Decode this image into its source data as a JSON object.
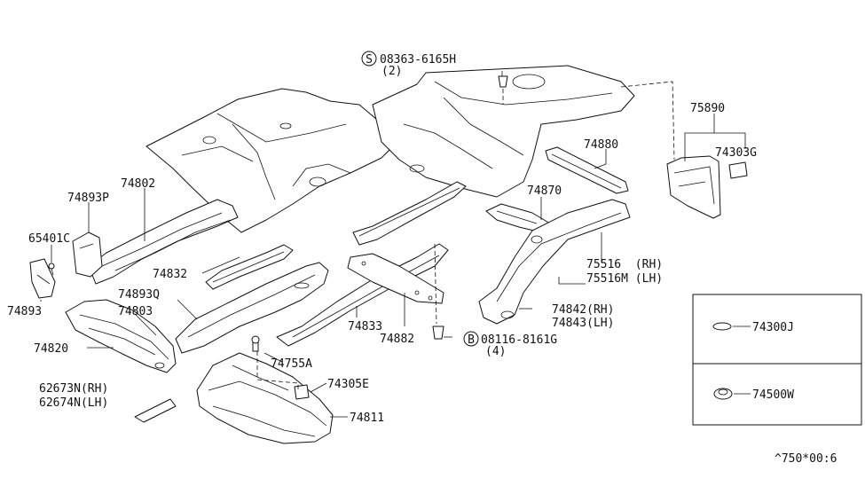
{
  "labels": {
    "p08363": "08363-6165H",
    "p08363_qty": "(2)",
    "p75890": "75890",
    "p74303g": "74303G",
    "p74880": "74880",
    "p74870": "74870",
    "p74802": "74802",
    "p74893p": "74893P",
    "p65401c": "65401C",
    "p74832": "74832",
    "p74893q": "74893Q",
    "p74893": "74893",
    "p74803": "74803",
    "p74820": "74820",
    "p74833": "74833",
    "p74882": "74882",
    "p08116": "08116-8161G",
    "p08116_qty": "(4)",
    "p74755a": "74755A",
    "p74305e": "74305E",
    "p74811": "74811",
    "p62673n": "62673N(RH)",
    "p62674n": "62674N(LH)",
    "p75516": "75516  (RH)",
    "p75516m": "75516M (LH)",
    "p74842": "74842(RH)",
    "p74843": "74843(LH)",
    "p74300j": "74300J",
    "p74500w": "74500W",
    "ref": "^750*00:6"
  },
  "symbols": {
    "screw_symbol": "S",
    "bolt_symbol": "B"
  }
}
